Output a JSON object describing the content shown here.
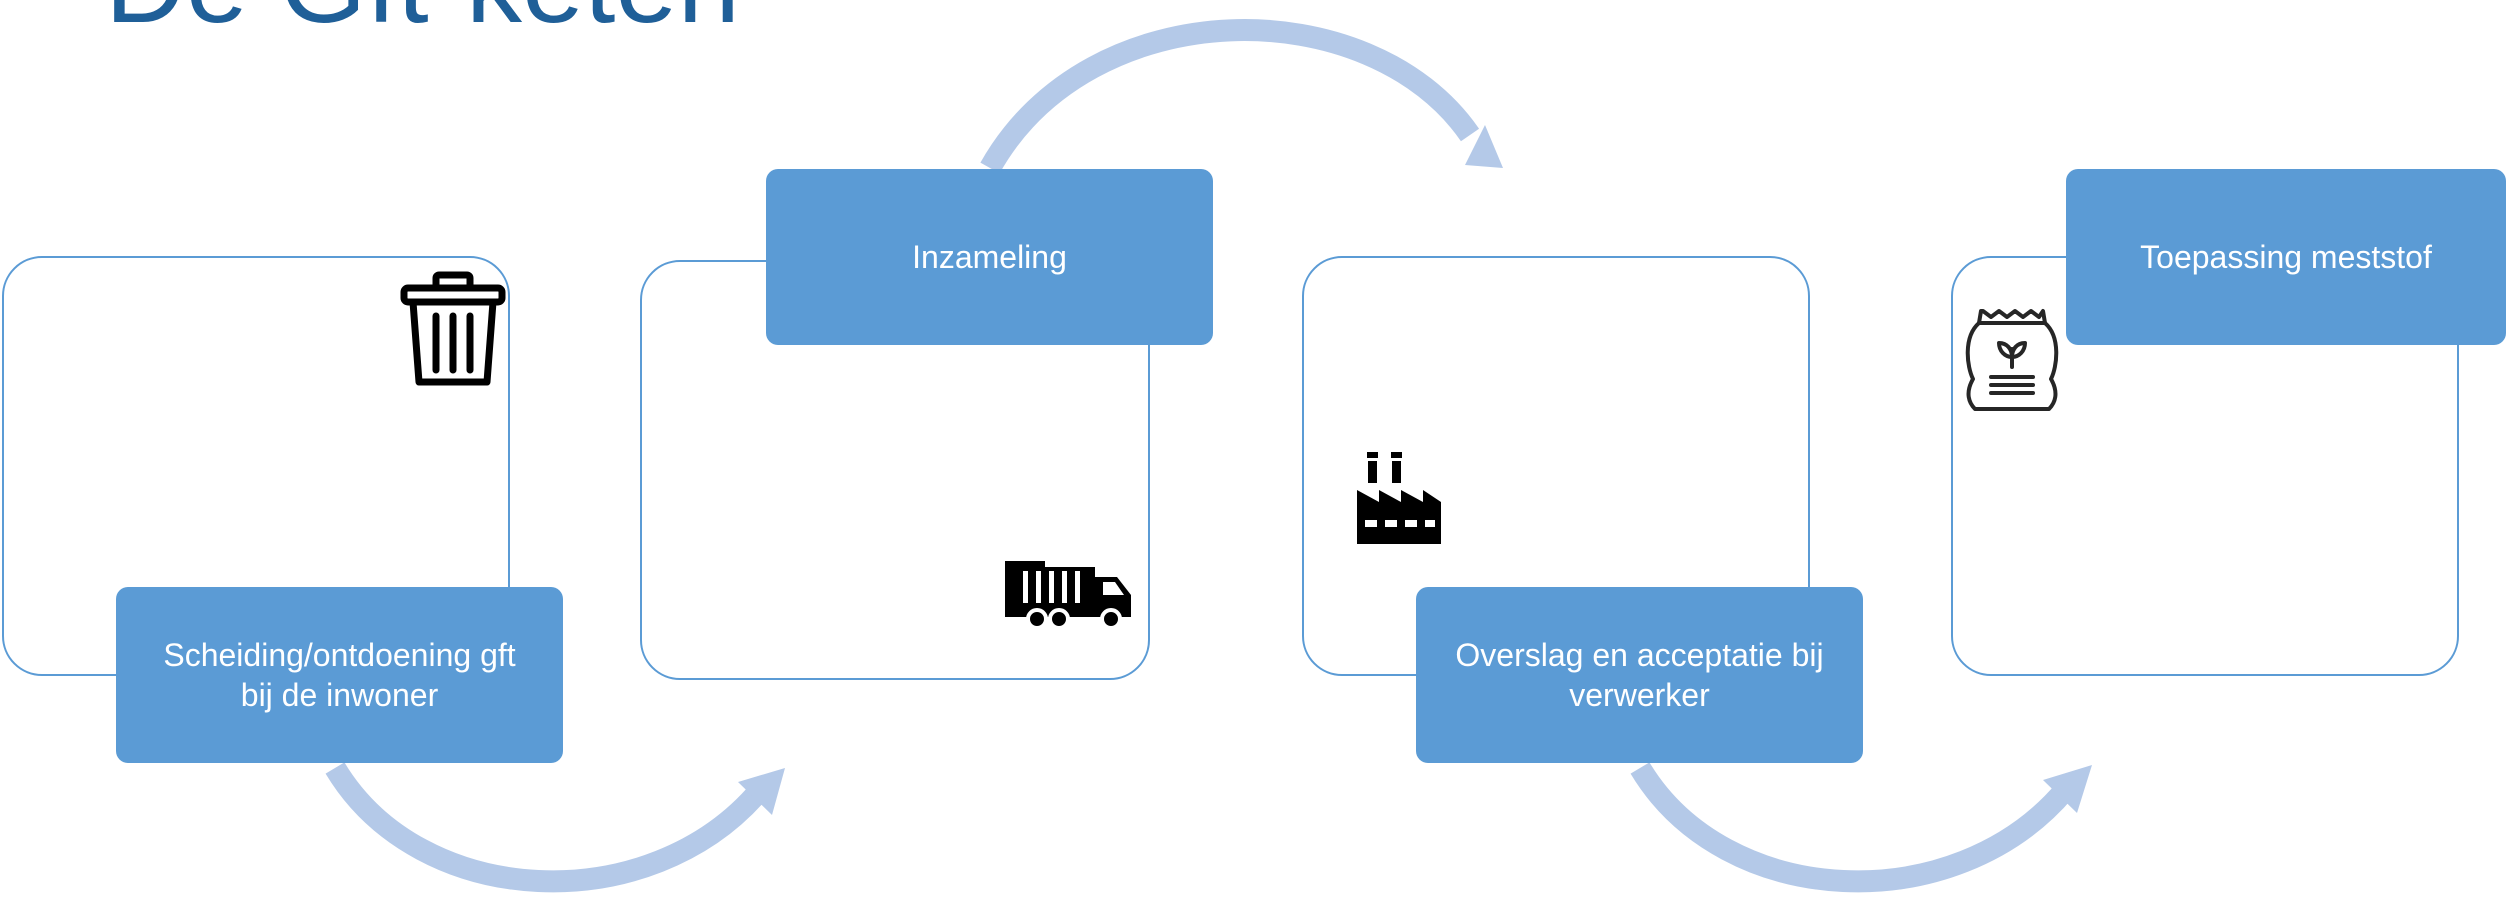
{
  "title": "De Gft-keten",
  "steps": [
    {
      "label": "Scheiding/ontdoening gft\nbij de inwoner",
      "icon": "trash-can-icon"
    },
    {
      "label": "Inzameling",
      "icon": "garbage-truck-icon"
    },
    {
      "label": "Overslag en acceptatie bij\nverwerker",
      "icon": "factory-icon"
    },
    {
      "label": "Toepassing meststof",
      "icon": "fertilizer-bag-icon"
    }
  ],
  "colors": {
    "title": "#1f5f98",
    "label_fill": "#5b9bd5",
    "frame_border": "#5b9bd5",
    "arrow": "#b4c9e8",
    "icon": "#000000"
  }
}
